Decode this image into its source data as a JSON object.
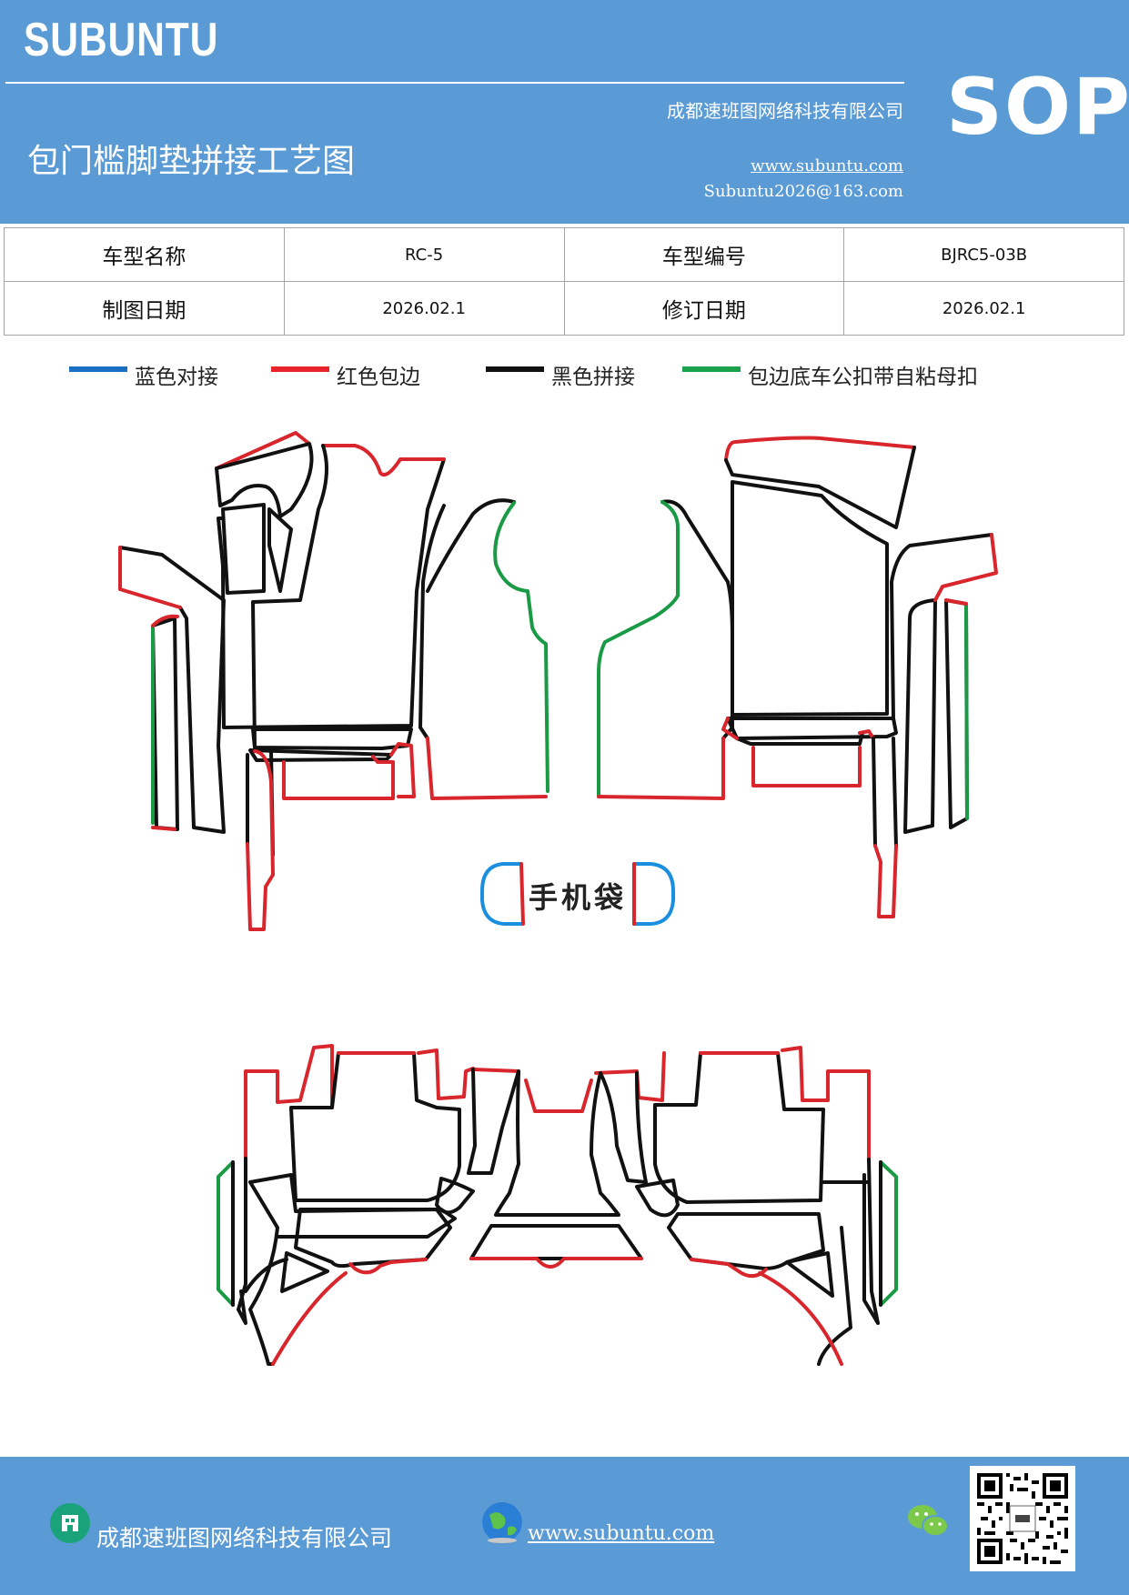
{
  "header": {
    "brand": "SUBUNTU",
    "badge": "SOP",
    "company": "成都速班图网络科技有限公司",
    "title": "包门槛脚垫拼接工艺图",
    "website": "www.subuntu.com",
    "email": "Subuntu2026@163.com"
  },
  "info": {
    "rows": [
      {
        "label1": "车型名称",
        "value1": "RC-5",
        "label2": "车型编号",
        "value2": "BJRC5-03B"
      },
      {
        "label1": "制图日期",
        "value1": "2026.02.1",
        "label2": "修订日期",
        "value2": "2026.02.1"
      }
    ]
  },
  "legend": {
    "items": [
      {
        "label": "蓝色对接",
        "color": "#1a6fc4"
      },
      {
        "label": "红色包边",
        "color": "#e8242a"
      },
      {
        "label": "黑色拼接",
        "color": "#111111"
      },
      {
        "label": "包边底车公扣带自粘母扣",
        "color": "#1aa34a"
      }
    ]
  },
  "diagram": {
    "center_label": "手机袋",
    "colors": {
      "blue": "#1a8fe0",
      "red": "#d9262c",
      "black": "#111111",
      "green": "#1a9a45"
    }
  },
  "footer": {
    "company": "成都速班图网络科技有限公司",
    "website": "www.subuntu.com "
  }
}
